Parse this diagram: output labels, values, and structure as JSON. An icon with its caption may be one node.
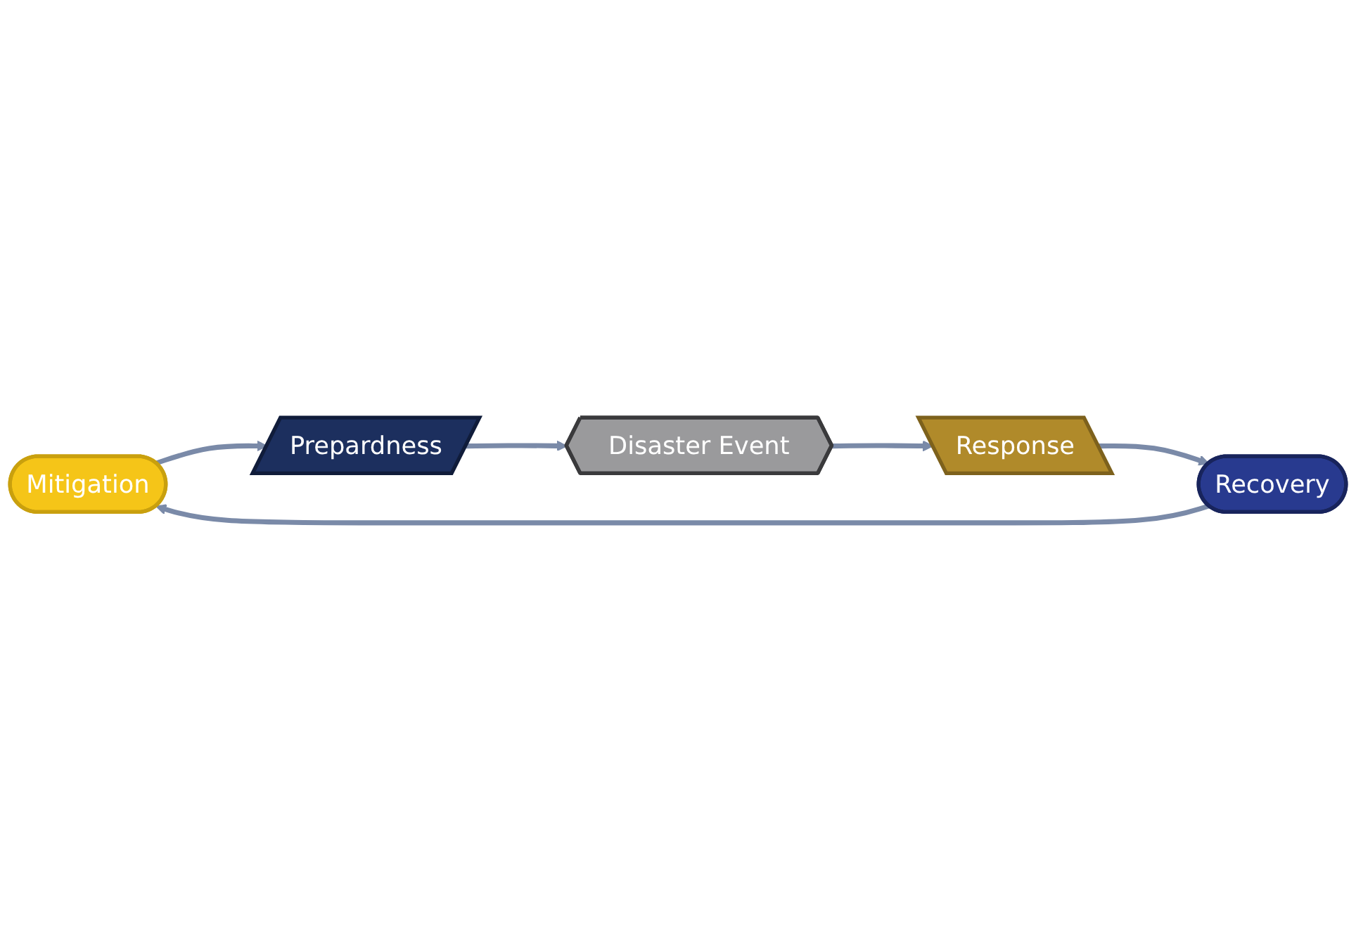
{
  "diagram": {
    "nodes": [
      {
        "text": [
          "Mitigation"
        ]
      },
      {
        "text": [
          "Prepardness"
        ]
      },
      {
        "text": [
          "Disaster Event"
        ]
      },
      {
        "text": [
          "Response"
        ]
      },
      {
        "text": [
          "Recovery"
        ]
      }
    ],
    "edges": [
      {
        "from": 0,
        "to": 1,
        "arrow": "to"
      },
      {
        "from": 1,
        "to": 2,
        "arrow": "to"
      },
      {
        "from": 2,
        "to": 3,
        "arrow": "to"
      },
      {
        "from": 3,
        "to": 4,
        "arrow": "to"
      },
      {
        "from": 4,
        "to": 0,
        "arrow": "to"
      }
    ]
  }
}
